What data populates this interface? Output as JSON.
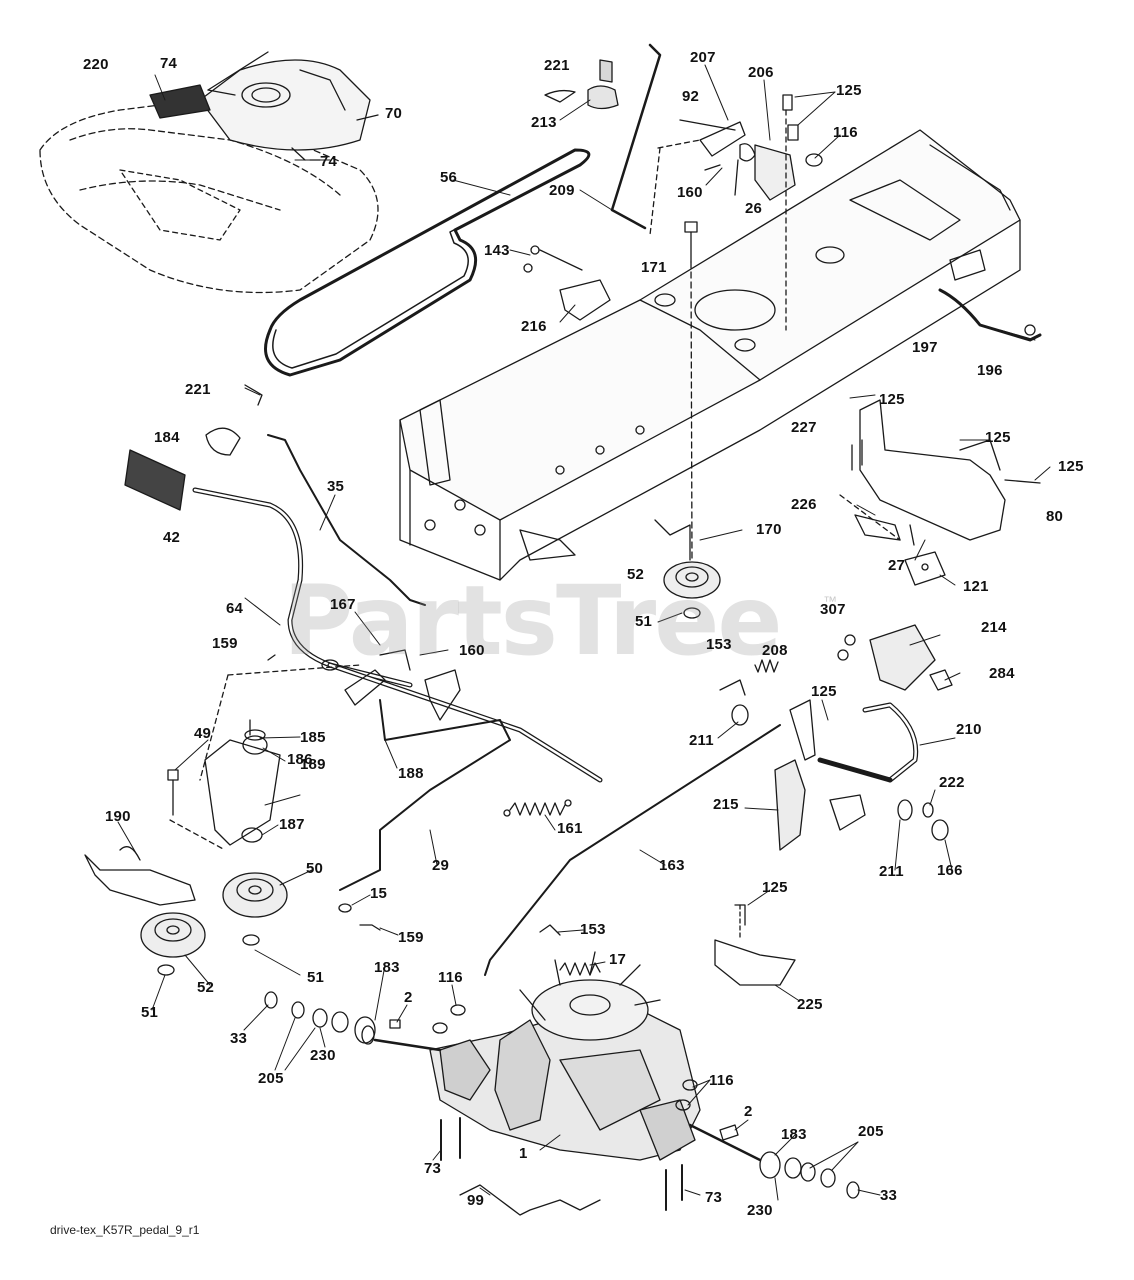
{
  "diagram": {
    "footer": "drive-tex_K57R_pedal_9_r1",
    "watermark": "PartsTree",
    "watermark_tm": "™",
    "callouts": [
      {
        "id": "c1",
        "text": "220"
      },
      {
        "id": "c2",
        "text": "74"
      },
      {
        "id": "c3",
        "text": "70"
      },
      {
        "id": "c4",
        "text": "74"
      },
      {
        "id": "c5",
        "text": "56"
      },
      {
        "id": "c6",
        "text": "221"
      },
      {
        "id": "c7",
        "text": "213"
      },
      {
        "id": "c8",
        "text": "207"
      },
      {
        "id": "c9",
        "text": "206"
      },
      {
        "id": "c10",
        "text": "92"
      },
      {
        "id": "c11",
        "text": "125"
      },
      {
        "id": "c12",
        "text": "116"
      },
      {
        "id": "c13",
        "text": "160"
      },
      {
        "id": "c14",
        "text": "26"
      },
      {
        "id": "c15",
        "text": "209"
      },
      {
        "id": "c16",
        "text": "143"
      },
      {
        "id": "c17",
        "text": "171"
      },
      {
        "id": "c18",
        "text": "216"
      },
      {
        "id": "c19",
        "text": "197"
      },
      {
        "id": "c20",
        "text": "196"
      },
      {
        "id": "c21",
        "text": "221"
      },
      {
        "id": "c22",
        "text": "125"
      },
      {
        "id": "c23",
        "text": "184"
      },
      {
        "id": "c24",
        "text": "227"
      },
      {
        "id": "c25",
        "text": "125"
      },
      {
        "id": "c26",
        "text": "125"
      },
      {
        "id": "c27",
        "text": "35"
      },
      {
        "id": "c28",
        "text": "42"
      },
      {
        "id": "c29",
        "text": "226"
      },
      {
        "id": "c30",
        "text": "80"
      },
      {
        "id": "c31",
        "text": "170"
      },
      {
        "id": "c32",
        "text": "27"
      },
      {
        "id": "c33",
        "text": "121"
      },
      {
        "id": "c34",
        "text": "52"
      },
      {
        "id": "c35",
        "text": "64"
      },
      {
        "id": "c36",
        "text": "167"
      },
      {
        "id": "c37",
        "text": "51"
      },
      {
        "id": "c38",
        "text": "307"
      },
      {
        "id": "c39",
        "text": "214"
      },
      {
        "id": "c40",
        "text": "159"
      },
      {
        "id": "c41",
        "text": "160"
      },
      {
        "id": "c42",
        "text": "153"
      },
      {
        "id": "c43",
        "text": "208"
      },
      {
        "id": "c44",
        "text": "284"
      },
      {
        "id": "c45",
        "text": "125"
      },
      {
        "id": "c46",
        "text": "49"
      },
      {
        "id": "c47",
        "text": "185"
      },
      {
        "id": "c48",
        "text": "211"
      },
      {
        "id": "c49",
        "text": "210"
      },
      {
        "id": "c50",
        "text": "186"
      },
      {
        "id": "c51",
        "text": "188"
      },
      {
        "id": "c52",
        "text": "189"
      },
      {
        "id": "c53",
        "text": "222"
      },
      {
        "id": "c54",
        "text": "190"
      },
      {
        "id": "c55",
        "text": "187"
      },
      {
        "id": "c56",
        "text": "215"
      },
      {
        "id": "c57",
        "text": "161"
      },
      {
        "id": "c58",
        "text": "50"
      },
      {
        "id": "c59",
        "text": "29"
      },
      {
        "id": "c60",
        "text": "163"
      },
      {
        "id": "c61",
        "text": "211"
      },
      {
        "id": "c62",
        "text": "166"
      },
      {
        "id": "c63",
        "text": "15"
      },
      {
        "id": "c64",
        "text": "125"
      },
      {
        "id": "c65",
        "text": "159"
      },
      {
        "id": "c66",
        "text": "153"
      },
      {
        "id": "c67",
        "text": "17"
      },
      {
        "id": "c68",
        "text": "225"
      },
      {
        "id": "c69",
        "text": "51"
      },
      {
        "id": "c70",
        "text": "52"
      },
      {
        "id": "c71",
        "text": "183"
      },
      {
        "id": "c72",
        "text": "116"
      },
      {
        "id": "c73",
        "text": "2"
      },
      {
        "id": "c74",
        "text": "51"
      },
      {
        "id": "c75",
        "text": "33"
      },
      {
        "id": "c76",
        "text": "230"
      },
      {
        "id": "c77",
        "text": "205"
      },
      {
        "id": "c78",
        "text": "116"
      },
      {
        "id": "c79",
        "text": "183"
      },
      {
        "id": "c80",
        "text": "2"
      },
      {
        "id": "c81",
        "text": "205"
      },
      {
        "id": "c82",
        "text": "1"
      },
      {
        "id": "c83",
        "text": "73"
      },
      {
        "id": "c84",
        "text": "33"
      },
      {
        "id": "c85",
        "text": "99"
      },
      {
        "id": "c86",
        "text": "73"
      },
      {
        "id": "c87",
        "text": "230"
      }
    ]
  }
}
